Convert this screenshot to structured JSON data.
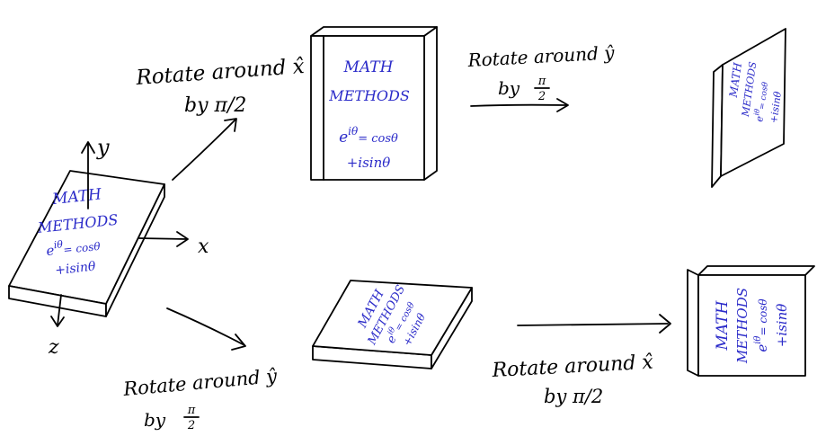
{
  "book_cover": {
    "line1": "MATH",
    "line2": "METHODS",
    "line3": "e",
    "line3_sup": "iθ",
    "line3_rest": "= cosθ",
    "line4": "+isinθ"
  },
  "axes": {
    "y": "y",
    "x": "x",
    "z": "z"
  },
  "annotations": {
    "top_left": {
      "line1": "Rotate around x̂",
      "line2": "by π/2"
    },
    "top_right": {
      "line1": "Rotate around ŷ",
      "line2_prefix": "by",
      "frac_num": "π",
      "frac_den": "2"
    },
    "bottom_left": {
      "line1": "Rotate around ŷ",
      "line2_prefix": "by",
      "frac_num": "π",
      "frac_den": "2"
    },
    "bottom_right": {
      "line1": "Rotate around x̂",
      "line2": "by π/2"
    }
  },
  "colors": {
    "ink": "#000000",
    "cover_text": "#2b2bc9",
    "background": "#ffffff"
  }
}
